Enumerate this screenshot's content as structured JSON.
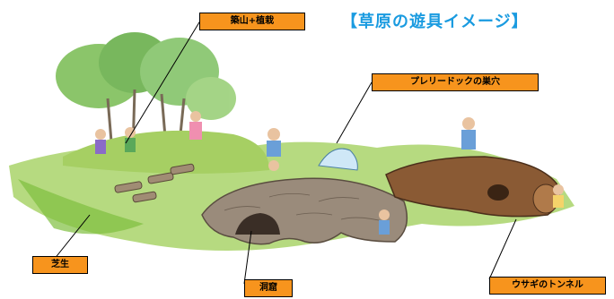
{
  "title": "【草原の遊具イメージ】",
  "labels": {
    "mound": "築山+植栽",
    "prairie_dog_burrow": "プレリードックの巣穴",
    "lawn": "芝生",
    "cave": "洞窟",
    "rabbit_tunnel": "ウサギのトンネル"
  },
  "colors": {
    "title": "#1a9be0",
    "label_bg": "#f7941d",
    "grass": "#8cc63f",
    "tree": "#6ab04c",
    "stone": "#8a7a6a",
    "log": "#7a4a2a"
  }
}
